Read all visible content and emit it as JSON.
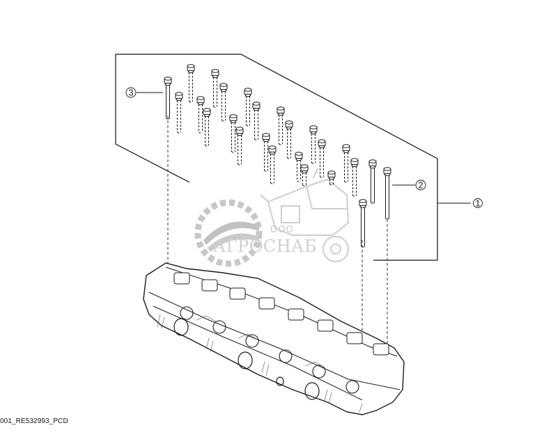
{
  "callouts": {
    "c1": "1",
    "c2": "2",
    "c3": "3"
  },
  "watermark": {
    "company_prefix": "ООО",
    "company_name": "АГРОСНАБ"
  },
  "figure_code": "001_RE532993_PCD"
}
